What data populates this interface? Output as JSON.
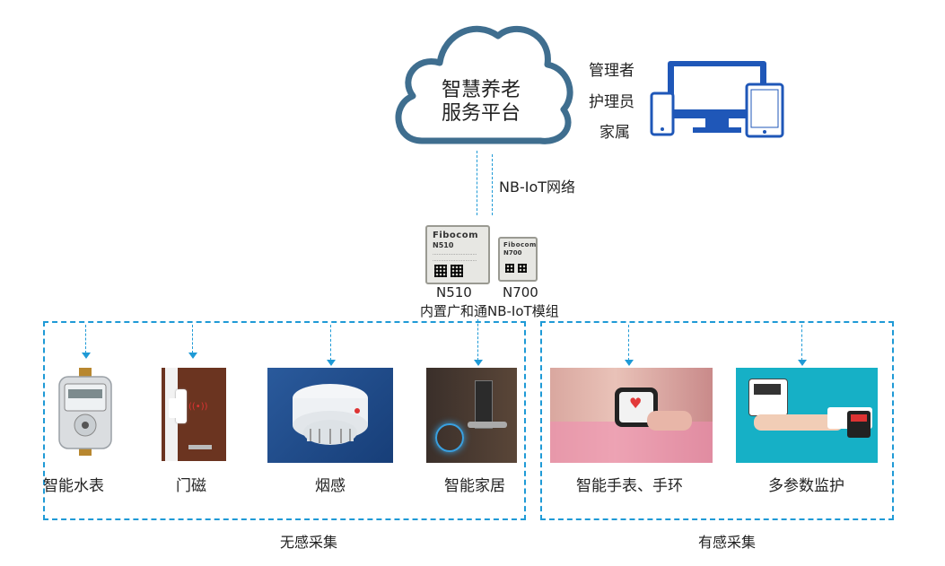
{
  "cloud": {
    "line1": "智慧养老",
    "line2": "服务平台"
  },
  "users": [
    "管理者",
    "护理员",
    "家属"
  ],
  "network_label": "NB-IoT网络",
  "modules": {
    "brand": "Fibocom",
    "chip1": {
      "model": "N510",
      "caption": "N510"
    },
    "chip2": {
      "model": "N700",
      "caption": "N700"
    },
    "caption": "内置广和通NB-IoT模组"
  },
  "groups": {
    "passive": {
      "label": "无感采集"
    },
    "active": {
      "label": "有感采集"
    }
  },
  "devices": [
    {
      "name": "智能水表"
    },
    {
      "name": "门磁"
    },
    {
      "name": "烟感"
    },
    {
      "name": "智能家居"
    },
    {
      "name": "智能手表、手环"
    },
    {
      "name": "多参数监护"
    }
  ],
  "colors": {
    "accent": "#1f9ad6",
    "cloud_stroke": "#3f6e8f",
    "device_blue": "#1f57b8"
  }
}
